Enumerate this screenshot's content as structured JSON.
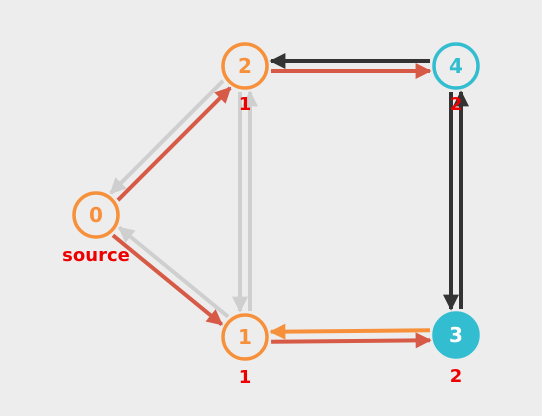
{
  "colors": {
    "background": "#ededed",
    "orange": "#f7903a",
    "teal": "#32bdd0",
    "red_edge": "#d65a45",
    "dark_edge": "#333333",
    "gray_edge": "#cfcfcf",
    "label_red": "#ee0000",
    "white": "#ffffff"
  },
  "nodes": [
    {
      "id": "0",
      "label": "0",
      "style": "outline-orange",
      "caption": "source"
    },
    {
      "id": "1",
      "label": "1",
      "style": "outline-orange",
      "caption": "1"
    },
    {
      "id": "2",
      "label": "2",
      "style": "outline-orange",
      "caption": "1"
    },
    {
      "id": "3",
      "label": "3",
      "style": "filled-teal",
      "caption": "2"
    },
    {
      "id": "4",
      "label": "4",
      "style": "outline-teal",
      "caption": "2"
    }
  ],
  "edges": [
    {
      "from": "0",
      "to": "2",
      "color": "red_edge"
    },
    {
      "from": "2",
      "to": "0",
      "color": "gray_edge"
    },
    {
      "from": "0",
      "to": "1",
      "color": "red_edge"
    },
    {
      "from": "1",
      "to": "0",
      "color": "gray_edge"
    },
    {
      "from": "2",
      "to": "1",
      "color": "gray_edge"
    },
    {
      "from": "1",
      "to": "2",
      "color": "gray_edge"
    },
    {
      "from": "2",
      "to": "4",
      "color": "red_edge"
    },
    {
      "from": "4",
      "to": "2",
      "color": "dark_edge"
    },
    {
      "from": "1",
      "to": "3",
      "color": "red_edge"
    },
    {
      "from": "3",
      "to": "1",
      "color": "orange"
    },
    {
      "from": "4",
      "to": "3",
      "color": "dark_edge"
    },
    {
      "from": "3",
      "to": "4",
      "color": "dark_edge"
    }
  ]
}
